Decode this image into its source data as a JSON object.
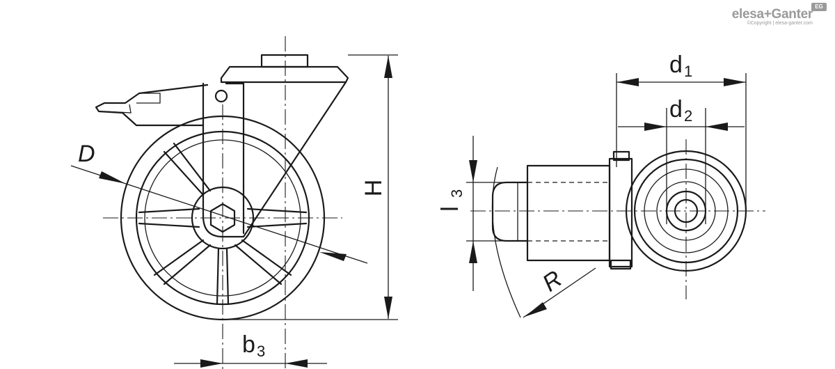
{
  "brand": {
    "name": "elesa+Ganter",
    "copyright": "©Copyright | elesa-ganter.com",
    "badge": "EG"
  },
  "labels": {
    "D": "D",
    "H": "H",
    "b3_main": "b",
    "b3_sub": "3",
    "d1_main": "d",
    "d1_sub": "1",
    "d2_main": "d",
    "d2_sub": "2",
    "l3_main": "l",
    "l3_sub": "3",
    "R": "R"
  }
}
